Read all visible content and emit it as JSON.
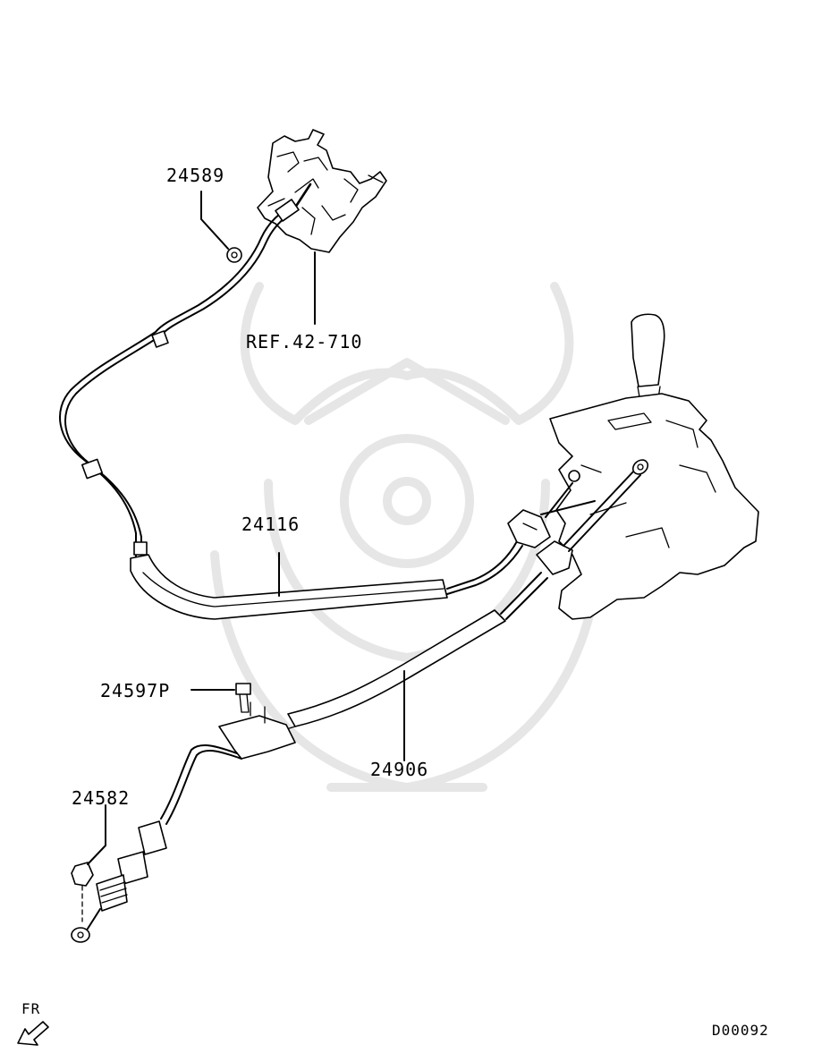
{
  "diagram": {
    "callouts": {
      "p24589": "24589",
      "ref_42_710": "REF.42-710",
      "p24116": "24116",
      "p24597p": "24597P",
      "p24906": "24906",
      "p24582": "24582"
    },
    "direction_label": "FR",
    "diagram_code": "D00092"
  },
  "colors": {
    "line": "#000000",
    "watermark": "#e6e6e6",
    "background": "#ffffff"
  }
}
